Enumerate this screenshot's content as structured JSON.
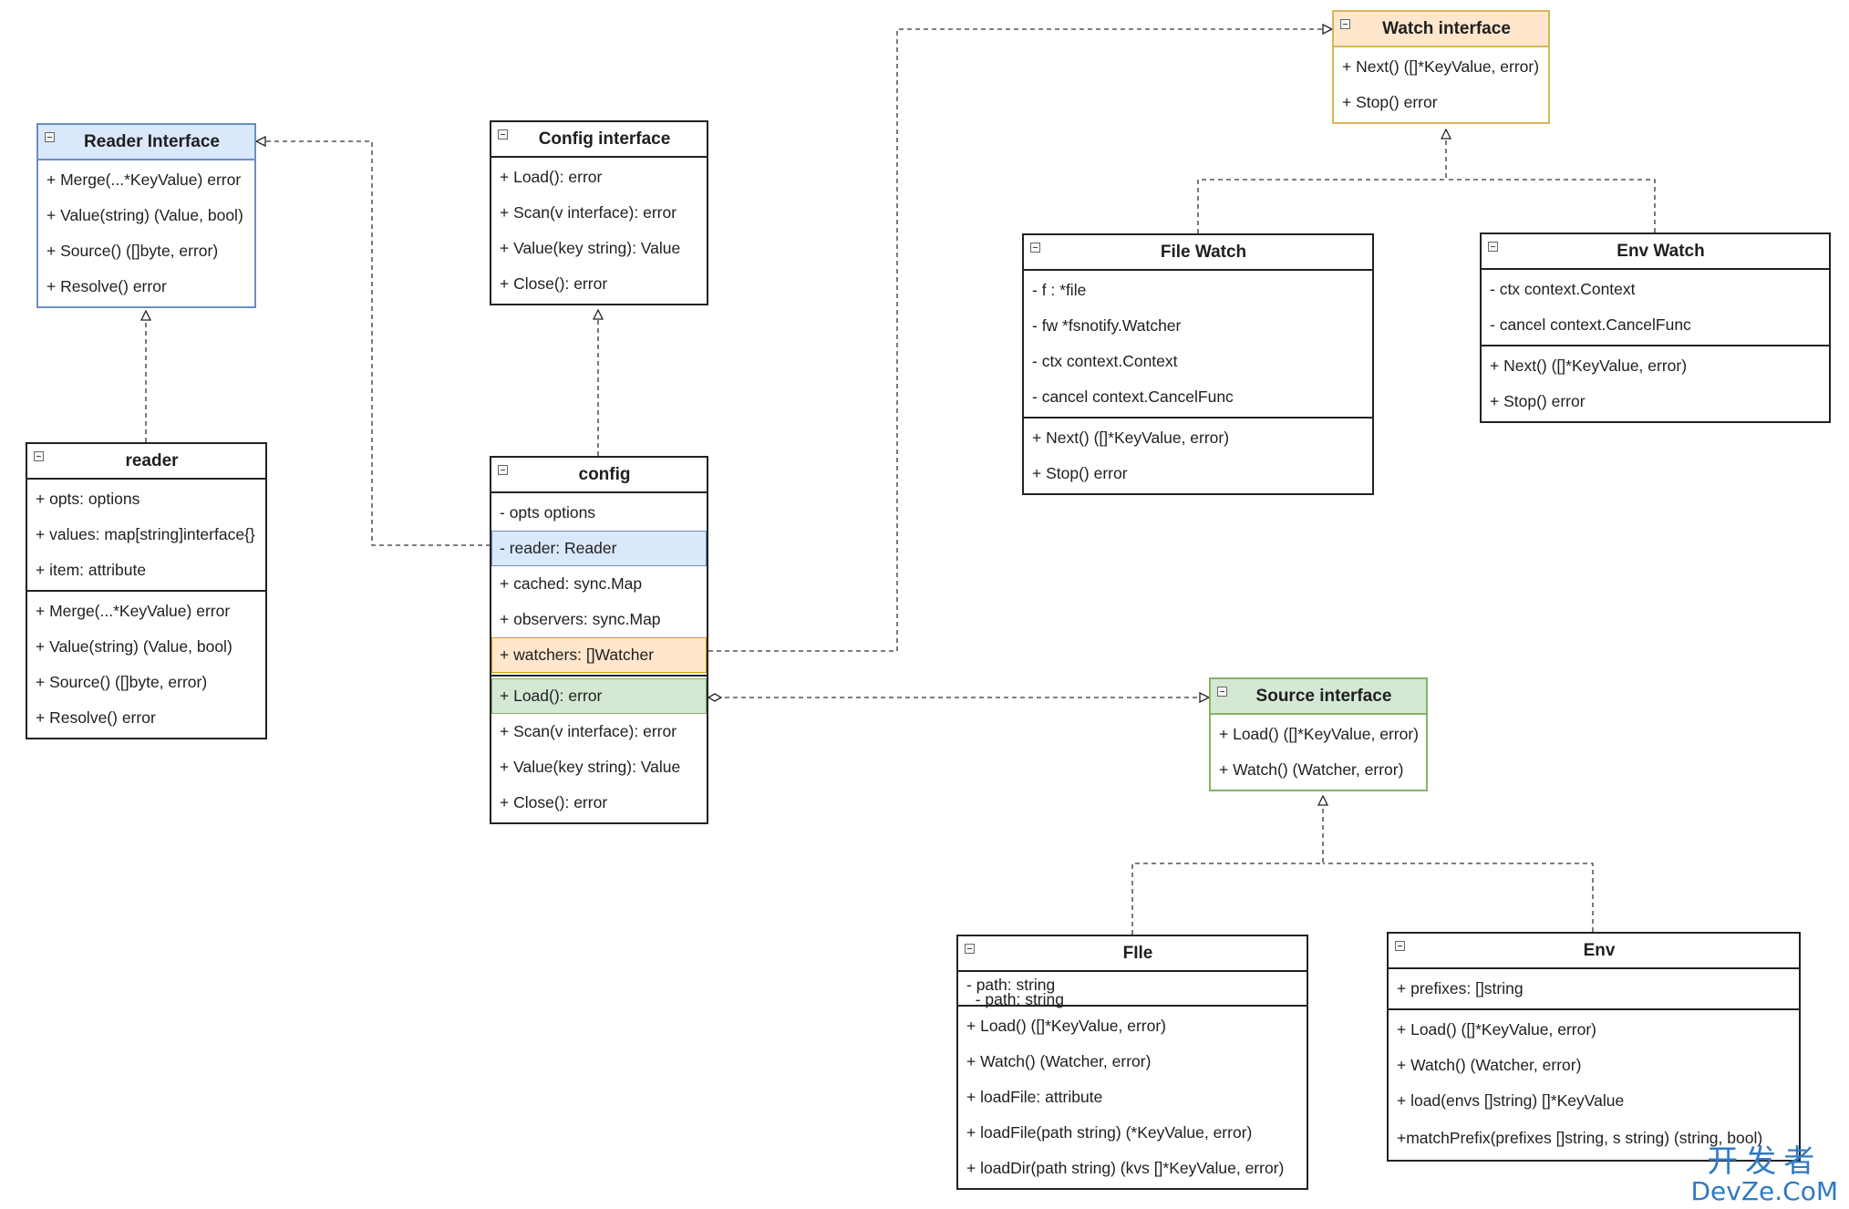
{
  "classes": {
    "reader_interface": {
      "title": "Reader Interface",
      "members": [
        "+ Merge(...*KeyValue) error",
        "+ Value(string) (Value, bool)",
        "+ Source() ([]byte, error)",
        "+ Resolve() error"
      ]
    },
    "reader": {
      "title": "reader",
      "fields": [
        "+ opts: options",
        "+ values: map[string]interface{}",
        "+ item: attribute"
      ],
      "methods": [
        "+ Merge(...*KeyValue) error",
        "+ Value(string) (Value, bool)",
        "+ Source() ([]byte, error)",
        "+ Resolve() error"
      ]
    },
    "config_interface": {
      "title": "Config interface",
      "members": [
        "+ Load(): error",
        "+ Scan(v interface): error",
        "+ Value(key string): Value",
        "+ Close(): error"
      ]
    },
    "config": {
      "title": "config",
      "fields": [
        "- opts options",
        "- reader: Reader",
        "+ cached: sync.Map",
        "+ observers: sync.Map",
        "+ watchers: []Watcher"
      ],
      "methods": [
        "+ Load(): error",
        "+ Scan(v interface): error",
        "+ Value(key string): Value",
        "+ Close(): error"
      ]
    },
    "watch_interface": {
      "title": "Watch interface",
      "members": [
        "+ Next() ([]*KeyValue, error)",
        "+ Stop() error"
      ]
    },
    "file_watch": {
      "title": "File Watch",
      "fields": [
        "- f :  *file",
        "- fw *fsnotify.Watcher",
        "- ctx context.Context",
        "- cancel context.CancelFunc"
      ],
      "methods": [
        "+ Next() ([]*KeyValue, error)",
        "+ Stop() error"
      ]
    },
    "env_watch": {
      "title": "Env Watch",
      "fields": [
        "- ctx context.Context",
        "- cancel context.CancelFunc"
      ],
      "methods": [
        "+ Next() ([]*KeyValue, error)",
        "+ Stop() error"
      ]
    },
    "source_interface": {
      "title": "Source interface",
      "members": [
        "+ Load() ([]*KeyValue, error)",
        "+ Watch() (Watcher, error)"
      ]
    },
    "file": {
      "title": "FIle",
      "fields": [
        "- path: string",
        "  - path: string"
      ],
      "methods": [
        "+ Load() ([]*KeyValue, error)",
        "+ Watch() (Watcher, error)",
        "+ loadFile: attribute",
        "+ loadFile(path string) (*KeyValue, error)",
        "+ loadDir(path string) (kvs []*KeyValue, error)"
      ]
    },
    "env": {
      "title": "Env",
      "fields": [
        "+ prefixes: []string"
      ],
      "methods": [
        "+ Load() ([]*KeyValue, error)",
        "+ Watch() (Watcher, error)",
        "+ load(envs []string) []*KeyValue",
        "+matchPrefix(prefixes []string, s string) (string, bool)"
      ]
    }
  },
  "watermark": {
    "cn": "开发者",
    "en": "DevZe.CoM"
  }
}
